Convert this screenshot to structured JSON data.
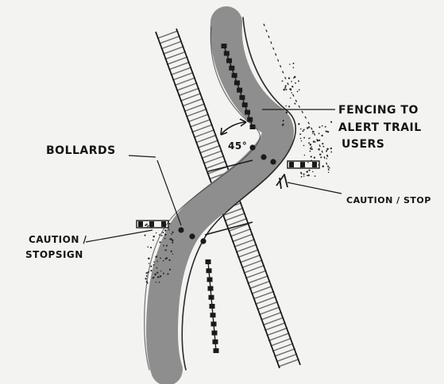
{
  "labels": {
    "fencing_line1": "FENCING TO",
    "fencing_line2": "ALERT TRAIL",
    "fencing_line3": "USERS",
    "bollards": "BOLLARDS",
    "angle": "45°",
    "caution_stop_right": "CAUTION / STOP",
    "caution_left_line1": "CAUTION /",
    "caution_left_line2": "STOPSIGN"
  },
  "colors": {
    "paper": "#f3f3f1",
    "trail": "#8f8f8f",
    "ink": "#141414"
  }
}
